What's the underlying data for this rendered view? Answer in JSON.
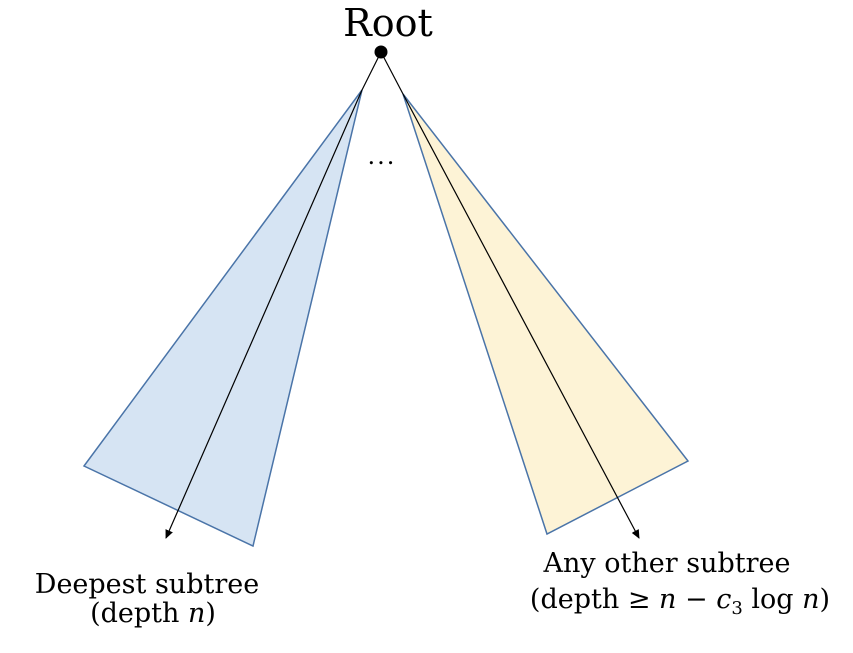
{
  "root_label": "Root",
  "ellipsis": "...",
  "left_subtree": {
    "title": "Deepest subtree",
    "depth_prefix": "(depth ",
    "depth_var": "n",
    "depth_suffix": ")"
  },
  "right_subtree": {
    "title": "Any other subtree",
    "depth_prefix": "(depth ≥ ",
    "depth_var_n": "n",
    "minus": " − ",
    "depth_var_c": "c",
    "depth_sub": "3",
    "log": " log ",
    "depth_var_n2": "n",
    "depth_suffix": ")"
  },
  "colors": {
    "left_fill": "#d6e4f3",
    "right_fill": "#fdf3d6",
    "outline": "#4a74a8",
    "line": "#000000"
  }
}
